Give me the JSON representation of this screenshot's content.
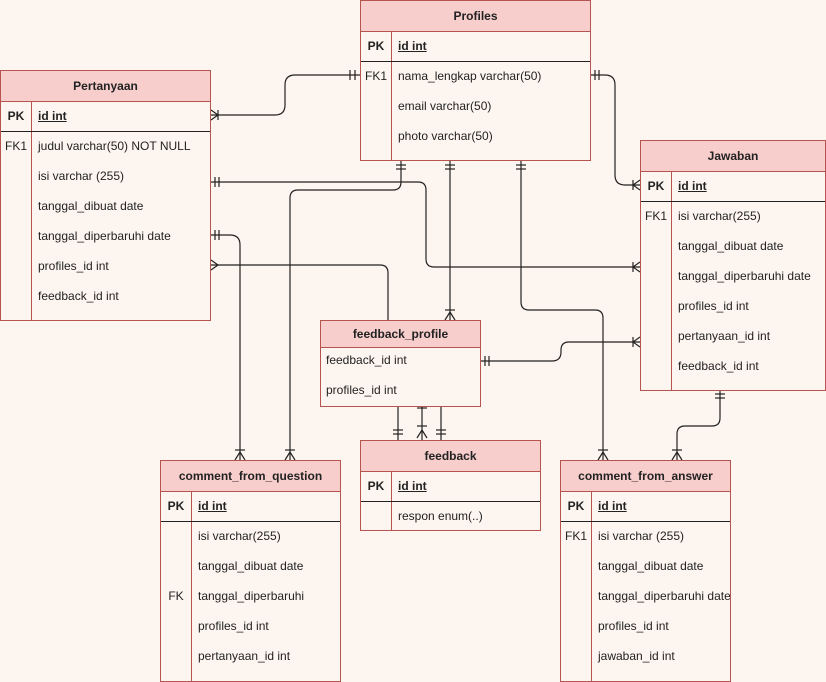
{
  "colors": {
    "background": "#fdf5ef",
    "header_fill": "#f8cecc",
    "border": "#b85450",
    "connector": "#222222"
  },
  "entities": {
    "profiles": {
      "title": "Profiles",
      "rows": [
        {
          "key": "PK",
          "attr": "id int"
        },
        {
          "key": "FK1",
          "attr": "nama_lengkap varchar(50)"
        },
        {
          "key": "",
          "attr": "email varchar(50)"
        },
        {
          "key": "",
          "attr": "photo varchar(50)"
        }
      ]
    },
    "pertanyaan": {
      "title": "Pertanyaan",
      "rows": [
        {
          "key": "PK",
          "attr": "id int"
        },
        {
          "key": "FK1",
          "attr": "judul varchar(50) NOT NULL"
        },
        {
          "key": "",
          "attr": "isi varchar (255)"
        },
        {
          "key": "",
          "attr": "tanggal_dibuat date"
        },
        {
          "key": "",
          "attr": "tanggal_diperbaruhi date"
        },
        {
          "key": "",
          "attr": "profiles_id int"
        },
        {
          "key": "",
          "attr": "feedback_id int"
        }
      ]
    },
    "jawaban": {
      "title": "Jawaban",
      "rows": [
        {
          "key": "PK",
          "attr": "id int"
        },
        {
          "key": "FK1",
          "attr": "isi varchar(255)"
        },
        {
          "key": "",
          "attr": "tanggal_dibuat date"
        },
        {
          "key": "",
          "attr": "tanggal_diperbaruhi date"
        },
        {
          "key": "",
          "attr": "profiles_id int"
        },
        {
          "key": "",
          "attr": "pertanyaan_id int"
        },
        {
          "key": "",
          "attr": "feedback_id int"
        }
      ]
    },
    "feedback_profile": {
      "title": "feedback_profile",
      "rows": [
        {
          "attr": "feedback_id int"
        },
        {
          "attr": "profiles_id int"
        }
      ]
    },
    "feedback": {
      "title": "feedback",
      "rows": [
        {
          "key": "PK",
          "attr": "id int"
        },
        {
          "key": "",
          "attr": "respon enum(..)"
        }
      ]
    },
    "comment_from_question": {
      "title": "comment_from_question",
      "rows": [
        {
          "key": "PK",
          "attr": "id int"
        },
        {
          "key": "",
          "attr": "isi varchar(255)"
        },
        {
          "key": "",
          "attr": "tanggal_dibuat date"
        },
        {
          "key": "FK",
          "attr": "tanggal_diperbaruhi"
        },
        {
          "key": "",
          "attr": "profiles_id int"
        },
        {
          "key": "",
          "attr": "pertanyaan_id int"
        }
      ]
    },
    "comment_from_answer": {
      "title": "comment_from_answer",
      "rows": [
        {
          "key": "PK",
          "attr": "id int"
        },
        {
          "key": "FK1",
          "attr": "isi varchar (255)"
        },
        {
          "key": "",
          "attr": "tanggal_dibuat date"
        },
        {
          "key": "",
          "attr": "tanggal_diperbaruhi date"
        },
        {
          "key": "",
          "attr": "profiles_id int"
        },
        {
          "key": "",
          "attr": "jawaban_id int"
        }
      ]
    }
  }
}
